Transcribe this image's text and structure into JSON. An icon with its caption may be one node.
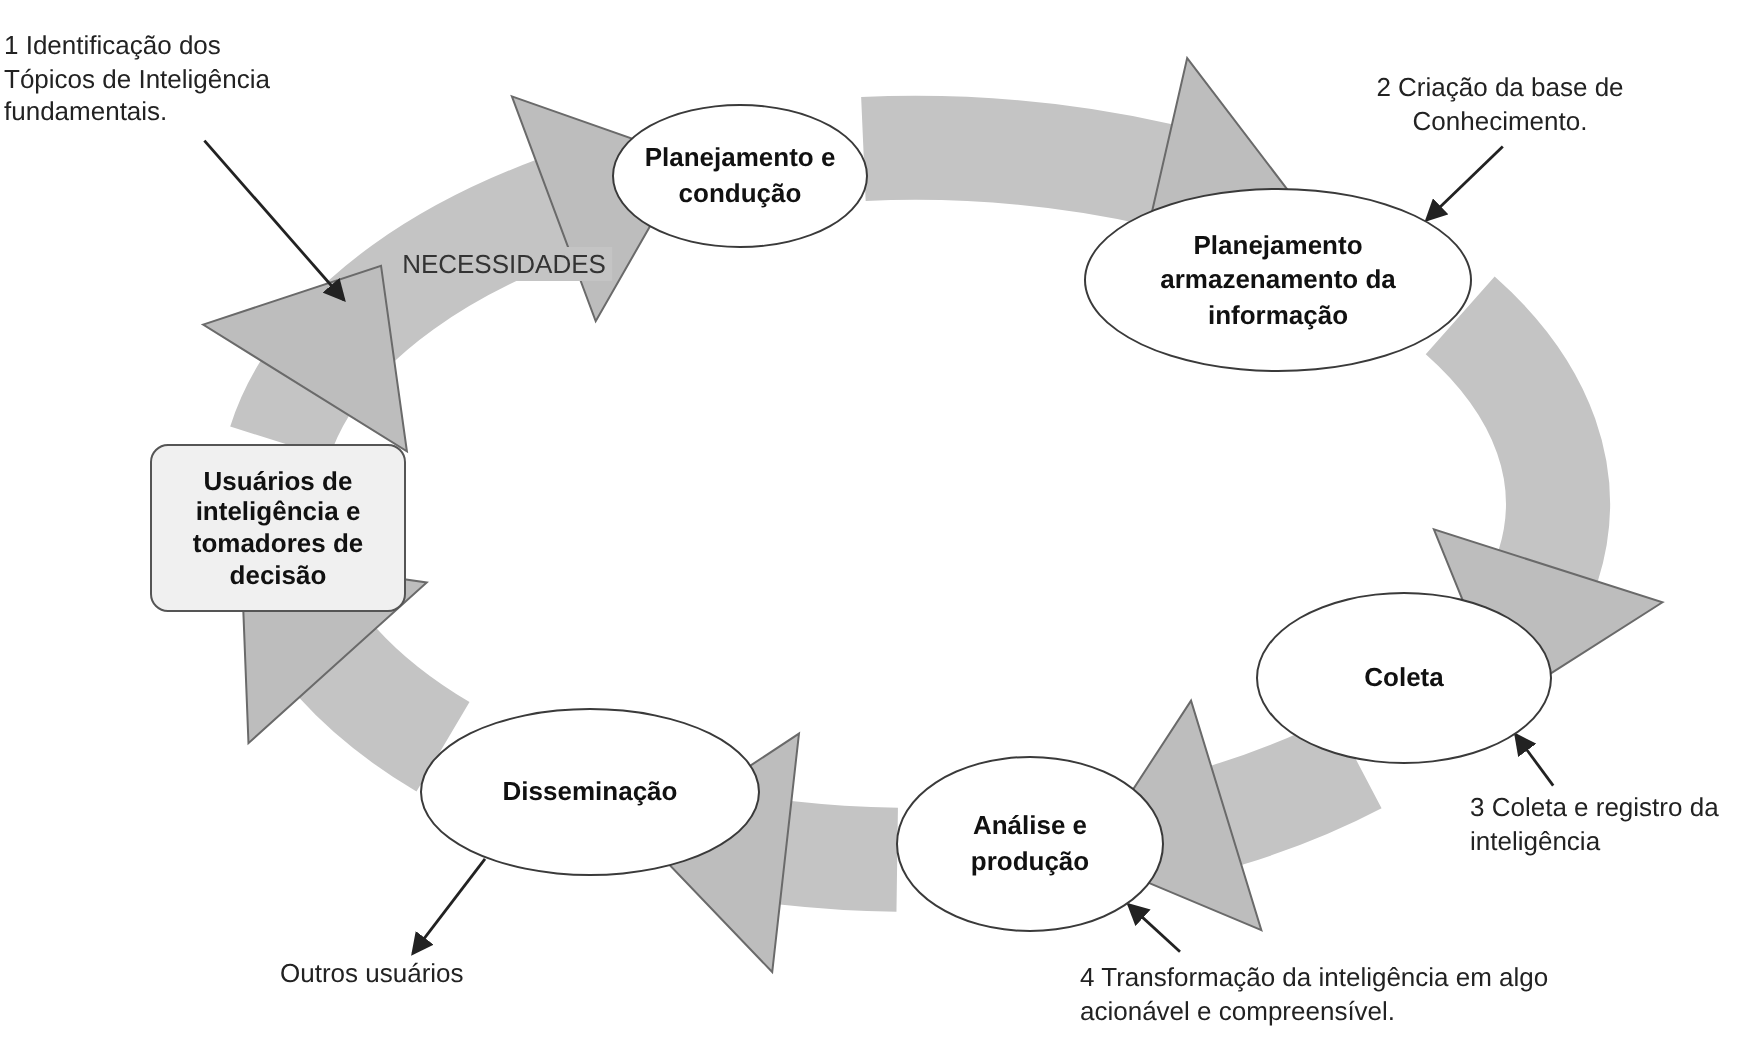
{
  "diagram": {
    "nodes": [
      {
        "text": [
          "Planejamento e condução"
        ]
      },
      {
        "text": [
          "Planejamento armazenamento da informação"
        ]
      },
      {
        "text": [
          "Coleta"
        ]
      },
      {
        "text": [
          "Análise e produção"
        ]
      },
      {
        "text": [
          "Disseminação"
        ]
      },
      {
        "text": [
          "Usuários de inteligência e tomadores de decisão"
        ]
      },
      {
        "text": [
          "1 Identificação dos Tópicos de Inteligência fundamentais."
        ]
      },
      {
        "text": [
          "2 Criação da base de Conhecimento."
        ]
      },
      {
        "text": [
          "3 Coleta e registro da inteligência"
        ]
      },
      {
        "text": [
          "4 Transformação da inteligência em algo acionável e compreensível."
        ]
      },
      {
        "text": [
          "Outros usuários"
        ]
      }
    ],
    "edges": [
      {
        "from": 5,
        "to": 0,
        "arrow": "to",
        "label": "NECESSIDADES"
      },
      {
        "from": 0,
        "to": 1,
        "arrow": "to"
      },
      {
        "from": 1,
        "to": 2,
        "arrow": "to"
      },
      {
        "from": 2,
        "to": 3,
        "arrow": "to"
      },
      {
        "from": 3,
        "to": 4,
        "arrow": "to"
      },
      {
        "from": 4,
        "to": 5,
        "arrow": "to"
      },
      {
        "from": 6,
        "to": null,
        "arrow": "to",
        "color": "#222222"
      },
      {
        "from": 7,
        "to": 1,
        "arrow": "to",
        "color": "#222222"
      },
      {
        "from": 8,
        "to": 2,
        "arrow": "to",
        "color": "#222222"
      },
      {
        "from": 9,
        "to": 3,
        "arrow": "to",
        "color": "#222222"
      },
      {
        "from": 4,
        "to": 10,
        "arrow": "to",
        "color": "#222222"
      }
    ]
  }
}
